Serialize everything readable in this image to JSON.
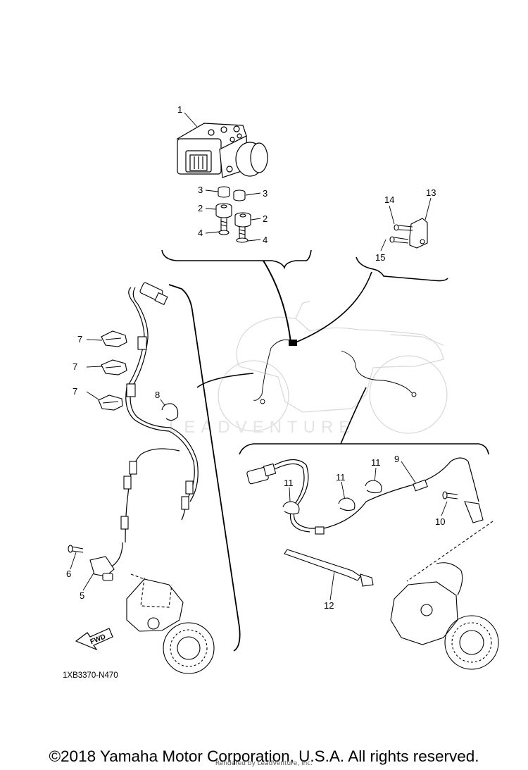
{
  "diagram": {
    "callouts": [
      {
        "id": "c1",
        "label": "1"
      },
      {
        "id": "c3a",
        "label": "3"
      },
      {
        "id": "c3b",
        "label": "3"
      },
      {
        "id": "c2a",
        "label": "2"
      },
      {
        "id": "c2b",
        "label": "2"
      },
      {
        "id": "c4a",
        "label": "4"
      },
      {
        "id": "c4b",
        "label": "4"
      },
      {
        "id": "c14",
        "label": "14"
      },
      {
        "id": "c13",
        "label": "13"
      },
      {
        "id": "c15",
        "label": "15"
      },
      {
        "id": "c7a",
        "label": "7"
      },
      {
        "id": "c7b",
        "label": "7"
      },
      {
        "id": "c7c",
        "label": "7"
      },
      {
        "id": "c8",
        "label": "8"
      },
      {
        "id": "c6",
        "label": "6"
      },
      {
        "id": "c5",
        "label": "5"
      },
      {
        "id": "c9",
        "label": "9"
      },
      {
        "id": "c11a",
        "label": "11"
      },
      {
        "id": "c11b",
        "label": "11"
      },
      {
        "id": "c11c",
        "label": "11"
      },
      {
        "id": "c10",
        "label": "10"
      },
      {
        "id": "c12",
        "label": "12"
      }
    ],
    "diagram_code": "1XB3370-N470",
    "fwd_label": "FWD",
    "watermark": "LEADVENTURE"
  },
  "footer": {
    "copyright": "©2018 Yamaha Motor Corporation, U.S.A. All rights reserved.",
    "rendered_by": "Rendered by LeadVenture, Inc."
  },
  "colors": {
    "line": "#000000",
    "watermark": "#e4e4e4",
    "background": "#ffffff"
  }
}
